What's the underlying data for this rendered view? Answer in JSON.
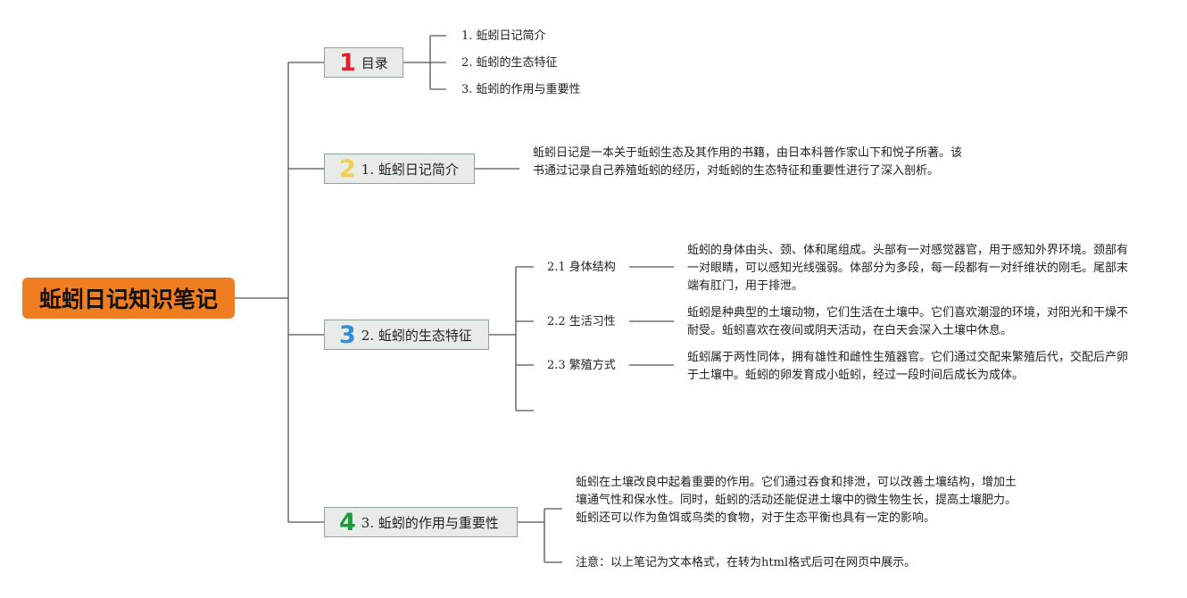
{
  "root": {
    "title": "蚯蚓日记知识笔记"
  },
  "topics": [
    {
      "number": "1",
      "number_color": "#e0202e",
      "label": "目录",
      "children": [
        "1. 蚯蚓日记简介",
        "2. 蚯蚓的生态特征",
        "3. 蚯蚓的作用与重要性"
      ]
    },
    {
      "number": "2",
      "number_color": "#f4d04a",
      "label": "1. 蚯蚓日记简介",
      "detail": "蚯蚓日记是一本关于蚯蚓生态及其作用的书籍，由日本科普作家山下和悦子所著。该书通过记录自己养殖蚯蚓的经历，对蚯蚓的生态特征和重要性进行了深入剖析。"
    },
    {
      "number": "3",
      "number_color": "#2f8fd8",
      "label": "2. 蚯蚓的生态特征",
      "subtopics": [
        {
          "label": "2.1 身体结构",
          "detail": "蚯蚓的身体由头、颈、体和尾组成。头部有一对感觉器官，用于感知外界环境。颈部有一对眼睛，可以感知光线强弱。体部分为多段，每一段都有一对纤维状的刚毛。尾部末端有肛门，用于排泄。"
        },
        {
          "label": "2.2 生活习性",
          "detail": "蚯蚓是种典型的土壤动物，它们生活在土壤中。它们喜欢潮湿的环境，对阳光和干燥不耐受。蚯蚓喜欢在夜间或阴天活动，在白天会深入土壤中休息。"
        },
        {
          "label": "2.3 繁殖方式",
          "detail": "蚯蚓属于两性同体，拥有雄性和雌性生殖器官。它们通过交配来繁殖后代，交配后产卵于土壤中。蚯蚓的卵发育成小蚯蚓，经过一段时间后成长为成体。"
        }
      ]
    },
    {
      "number": "4",
      "number_color": "#1f9a3a",
      "label": "3. 蚯蚓的作用与重要性",
      "detail": "蚯蚓在土壤改良中起着重要的作用。它们通过吞食和排泄，可以改善土壤结构，增加土壤通气性和保水性。同时，蚯蚓的活动还能促进土壤中的微生物生长，提高土壤肥力。蚯蚓还可以作为鱼饵或鸟类的食物，对于生态平衡也具有一定的影响。",
      "note": "注意：以上笔记为文本格式，在转为html格式后可在网页中展示。"
    }
  ],
  "colors": {
    "root_fill": "#ef7d21",
    "topic_fill": "#e7ece9",
    "topic_border": "#8fa39a",
    "connector": "#555555"
  }
}
